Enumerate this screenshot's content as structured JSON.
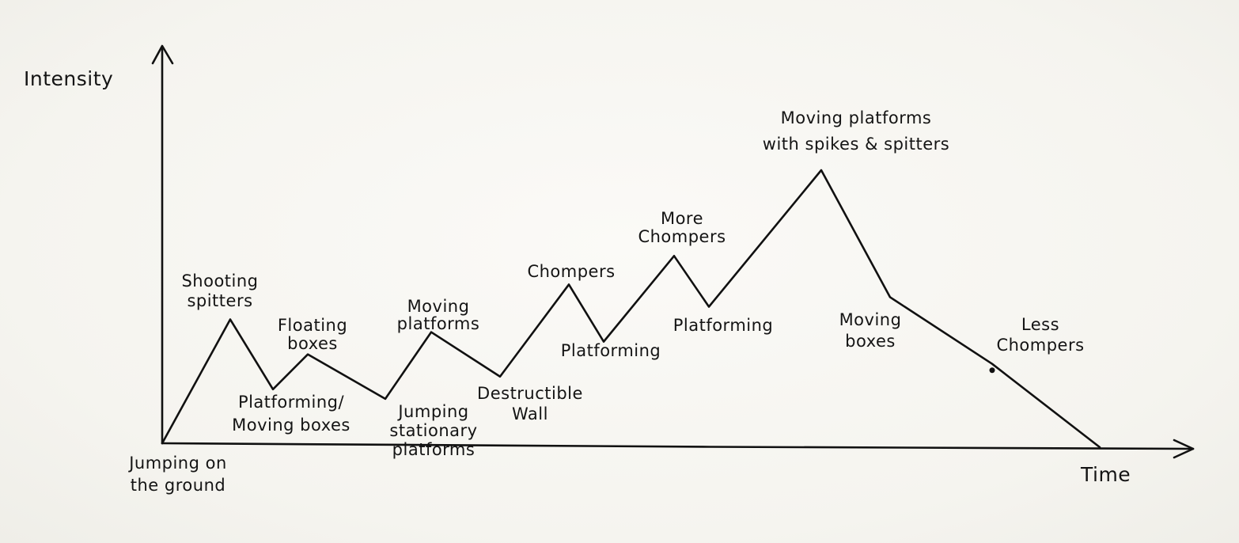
{
  "axes": {
    "y_label": "Intensity",
    "x_label": "Time"
  },
  "points": [
    {
      "label": "Jumping on|the ground",
      "intensity": 0
    },
    {
      "label": "Shooting|spitters",
      "intensity": 39
    },
    {
      "label": "Platforming/|Moving boxes",
      "intensity": 17
    },
    {
      "label": "Floating|boxes",
      "intensity": 28
    },
    {
      "label": "Jumping|stationary|platforms",
      "intensity": 14
    },
    {
      "label": "Moving|platforms",
      "intensity": 35
    },
    {
      "label": "Destructible|Wall",
      "intensity": 21
    },
    {
      "label": "Chompers",
      "intensity": 50
    },
    {
      "label": "Platforming",
      "intensity": 32
    },
    {
      "label": "More|Chompers",
      "intensity": 59
    },
    {
      "label": "Platforming",
      "intensity": 43
    },
    {
      "label": "Moving platforms|with spikes & spitters",
      "intensity": 86
    },
    {
      "label": "Moving|boxes",
      "intensity": 46
    },
    {
      "label": "Less|Chompers",
      "intensity": 25
    },
    {
      "label": "",
      "intensity": 0
    }
  ],
  "colors": {
    "ink": "#111111",
    "paper": "#f7f6f2"
  }
}
